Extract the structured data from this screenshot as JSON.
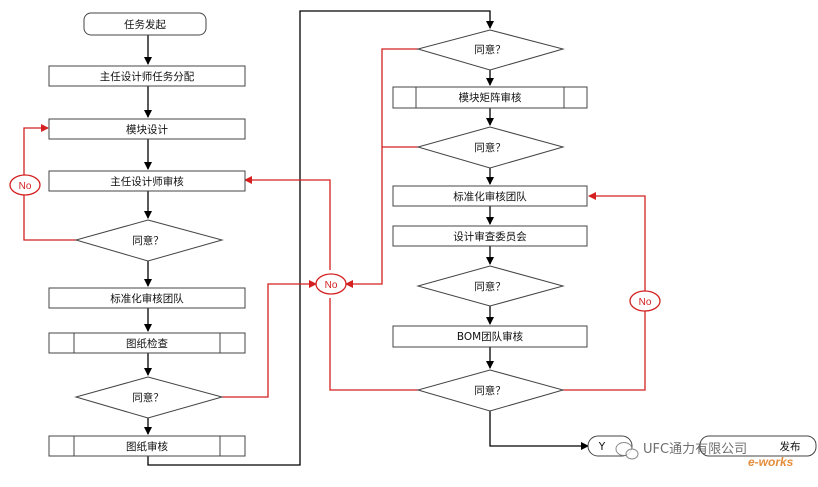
{
  "nodes": {
    "start": "任务发起",
    "assign": "主任设计师任务分配",
    "module_design": "模块设计",
    "chief_review": "主任设计师审核",
    "agree1": "同意？",
    "std_team_left": "标准化审核团队",
    "drawing_check": "图纸检查",
    "agree2": "同意？",
    "drawing_review": "图纸审核",
    "agree_top": "同意？",
    "module_matrix": "模块矩阵审核",
    "agree_mid": "同意？",
    "std_team_right": "标准化审核团队",
    "design_committee": "设计审查委员会",
    "agree_r3": "同意？",
    "bom_review": "BOM团队审核",
    "agree_r4": "同意？",
    "end_partial": "Y",
    "end_right": "发布"
  },
  "labels": {
    "no_left": "No",
    "no_center": "No",
    "no_right": "No"
  },
  "watermark": {
    "text": "UFC通力有限公司",
    "brand": "e-works"
  },
  "colors": {
    "flow": "#000000",
    "reject": "#d42020"
  }
}
